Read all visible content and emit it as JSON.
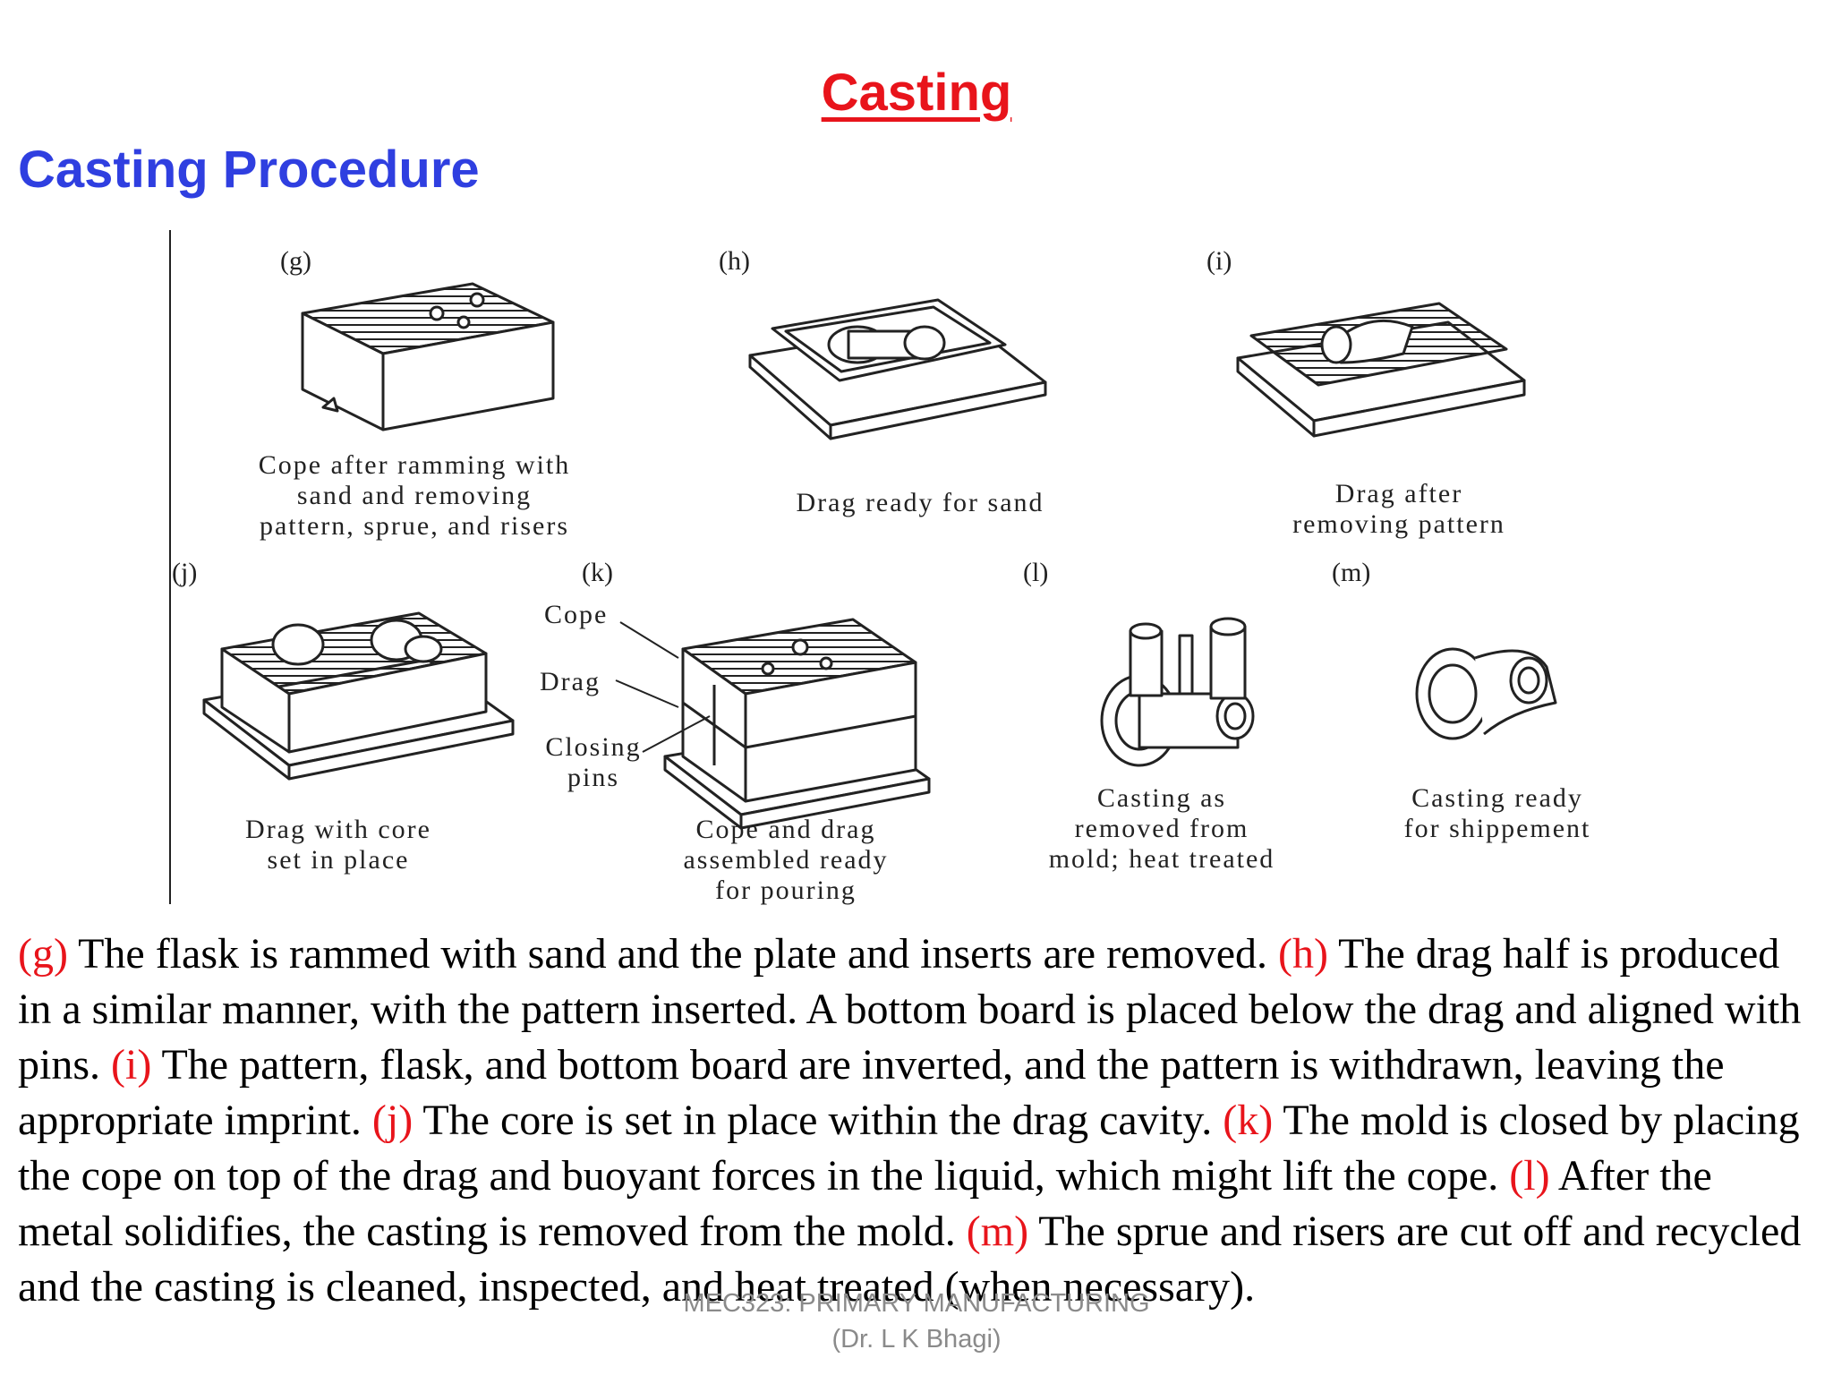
{
  "header": {
    "title": "Casting",
    "subtitle": "Casting Procedure"
  },
  "figure": {
    "steps": [
      "(g)",
      "(h)",
      "(i)",
      "(j)",
      "(k)",
      "(l)",
      "(m)"
    ],
    "captions": {
      "g": "Cope after ramming with\nsand and removing\npattern, sprue, and risers",
      "h": "Drag ready for sand",
      "i": "Drag after\nremoving pattern",
      "j": "Drag with core\nset in place",
      "k": "Cope and drag\nassembled ready\nfor pouring",
      "l": "Casting as\nremoved from\nmold; heat treated",
      "m": "Casting ready\nfor shippement"
    },
    "callouts": {
      "cope": "Cope",
      "drag": "Drag",
      "closing_pins": "Closing\npins"
    }
  },
  "body": {
    "segments": [
      {
        "step": "(g)",
        "text": " The flask is rammed with sand and the plate and inserts are removed. "
      },
      {
        "step": "(h)",
        "text": " The drag half is produced in a similar manner, with the pattern inserted. A bottom board is placed below the drag and aligned with pins. "
      },
      {
        "step": "(i)",
        "text": " The pattern, flask, and bottom board are inverted, and the pattern is withdrawn, leaving the appropriate imprint. "
      },
      {
        "step": "(j)",
        "text": " The core is set in place within the drag cavity. "
      },
      {
        "step": "(k)",
        "text": " The mold is closed by placing the cope on top of the drag and buoyant forces in the liquid, which might lift the cope. "
      },
      {
        "step": "(l)",
        "text": " After the metal solidifies, the casting is removed from the mold. "
      },
      {
        "step": "(m)",
        "text": " The sprue and risers are cut off and recycled and the casting is cleaned, inspected, and heat treated (when necessary)."
      }
    ]
  },
  "footer": {
    "course": "MEC323: PRIMARY MANUFACTURING",
    "author": "(Dr. L K Bhagi)"
  },
  "colors": {
    "title": "#e8141b",
    "subtitle": "#2f3fe0",
    "step_label": "#e8141b",
    "footer": "#8a8a8a"
  }
}
